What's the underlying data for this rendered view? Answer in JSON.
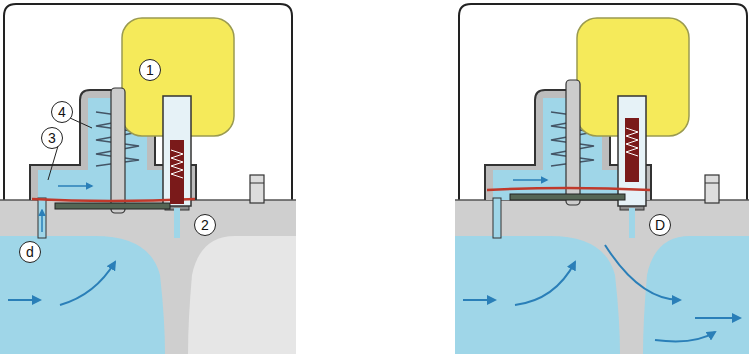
{
  "diagram": {
    "labels": [
      "1",
      "4",
      "3",
      "d",
      "2",
      "D"
    ]
  }
}
